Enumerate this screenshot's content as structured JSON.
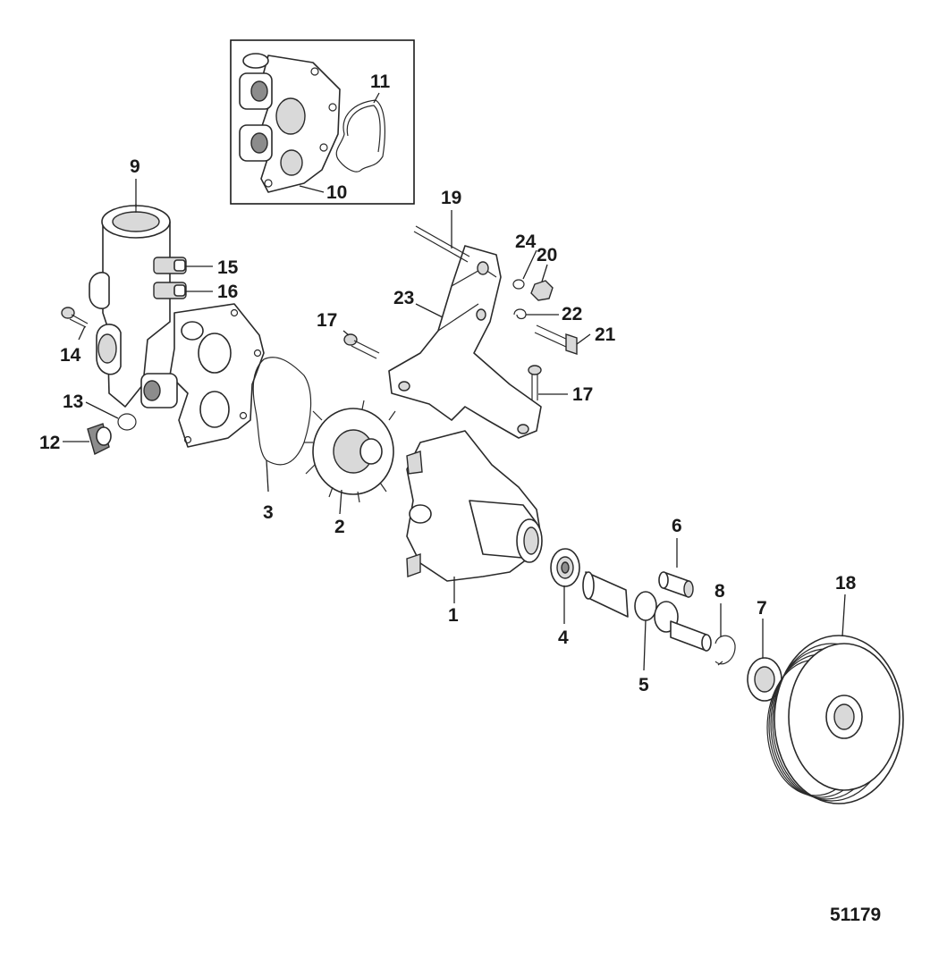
{
  "reference_number": "51179",
  "callouts": [
    {
      "id": "1",
      "label": "1"
    },
    {
      "id": "2",
      "label": "2"
    },
    {
      "id": "3",
      "label": "3"
    },
    {
      "id": "4",
      "label": "4"
    },
    {
      "id": "5",
      "label": "5"
    },
    {
      "id": "6",
      "label": "6"
    },
    {
      "id": "7",
      "label": "7"
    },
    {
      "id": "8",
      "label": "8"
    },
    {
      "id": "9",
      "label": "9"
    },
    {
      "id": "10",
      "label": "10"
    },
    {
      "id": "11",
      "label": "11"
    },
    {
      "id": "12",
      "label": "12"
    },
    {
      "id": "13",
      "label": "13"
    },
    {
      "id": "14",
      "label": "14"
    },
    {
      "id": "15",
      "label": "15"
    },
    {
      "id": "16",
      "label": "16"
    },
    {
      "id": "17a",
      "label": "17"
    },
    {
      "id": "17b",
      "label": "17"
    },
    {
      "id": "18",
      "label": "18"
    },
    {
      "id": "19",
      "label": "19"
    },
    {
      "id": "20",
      "label": "20"
    },
    {
      "id": "21",
      "label": "21"
    },
    {
      "id": "22",
      "label": "22"
    },
    {
      "id": "23",
      "label": "23"
    },
    {
      "id": "24",
      "label": "24"
    }
  ]
}
